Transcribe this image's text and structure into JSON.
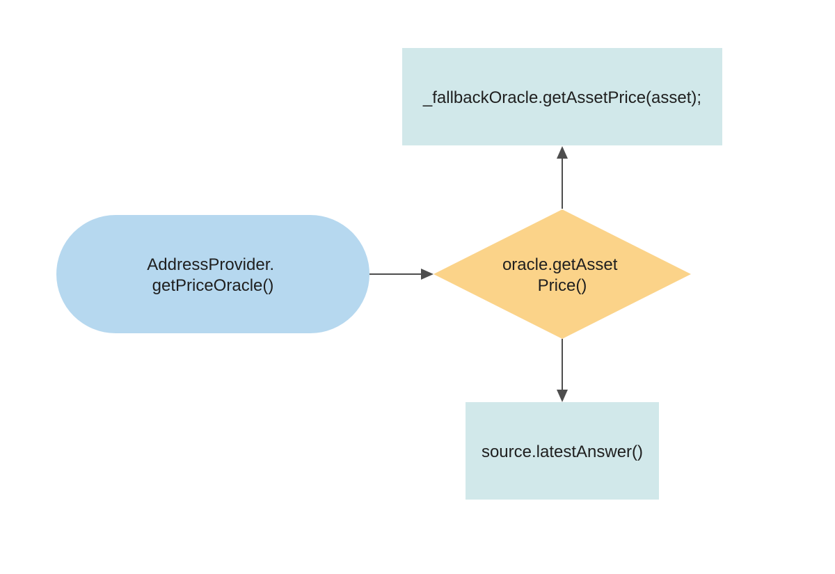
{
  "diagram": {
    "start_node": {
      "lines": [
        "AddressProvider.",
        "getPriceOracle()"
      ],
      "color": "#b6d8ef"
    },
    "decision_node": {
      "lines": [
        "oracle.getAsset",
        "Price()"
      ],
      "color": "#fbd389"
    },
    "fallback_node": {
      "label": "_fallbackOracle.getAssetPrice(asset);",
      "color": "#d1e8ea"
    },
    "source_node": {
      "label": "source.latestAnswer()",
      "color": "#d1e8ea"
    },
    "edges": [
      {
        "from": "start_node",
        "to": "decision_node"
      },
      {
        "from": "decision_node",
        "to": "fallback_node"
      },
      {
        "from": "decision_node",
        "to": "source_node"
      }
    ],
    "arrow_color": "#4d4d4d"
  }
}
